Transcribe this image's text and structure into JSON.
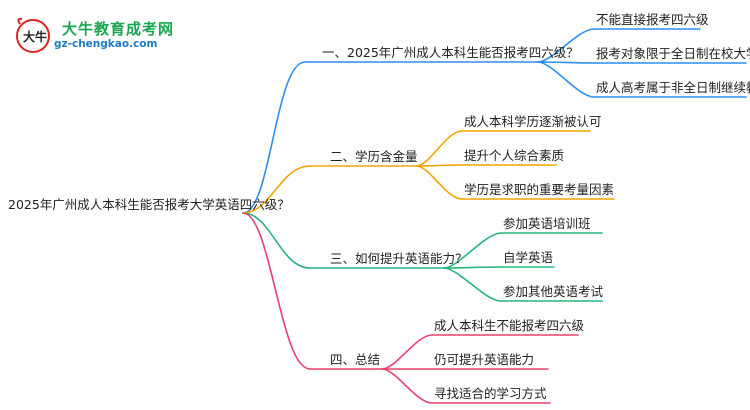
{
  "logo": {
    "title": "大牛教育成考网",
    "url": "gz-chengkao.com",
    "mark_text": "大牛"
  },
  "root": {
    "label": "2025年广州成人本科生能否报考大学英语四六级？"
  },
  "branches": [
    {
      "label": "一、2025年广州成人本科生能否报考四六级？",
      "color": "#2f8ff0",
      "children": [
        "不能直接报考四六级",
        "报考对象限于全日制在校大学生",
        "成人高考属于非全日制继续教育"
      ]
    },
    {
      "label": "二、学历含金量",
      "color": "#f0a500",
      "children": [
        "成人本科学历逐渐被认可",
        "提升个人综合素质",
        "学历是求职的重要考量因素"
      ]
    },
    {
      "label": "三、如何提升英语能力？",
      "color": "#27b57a",
      "children": [
        "参加英语培训班",
        "自学英语",
        "参加其他英语考试"
      ]
    },
    {
      "label": "四、总结",
      "color": "#e8416d",
      "children": [
        "成人本科生不能报考四六级",
        "仍可提升英语能力",
        "寻找适合的学习方式"
      ]
    }
  ]
}
